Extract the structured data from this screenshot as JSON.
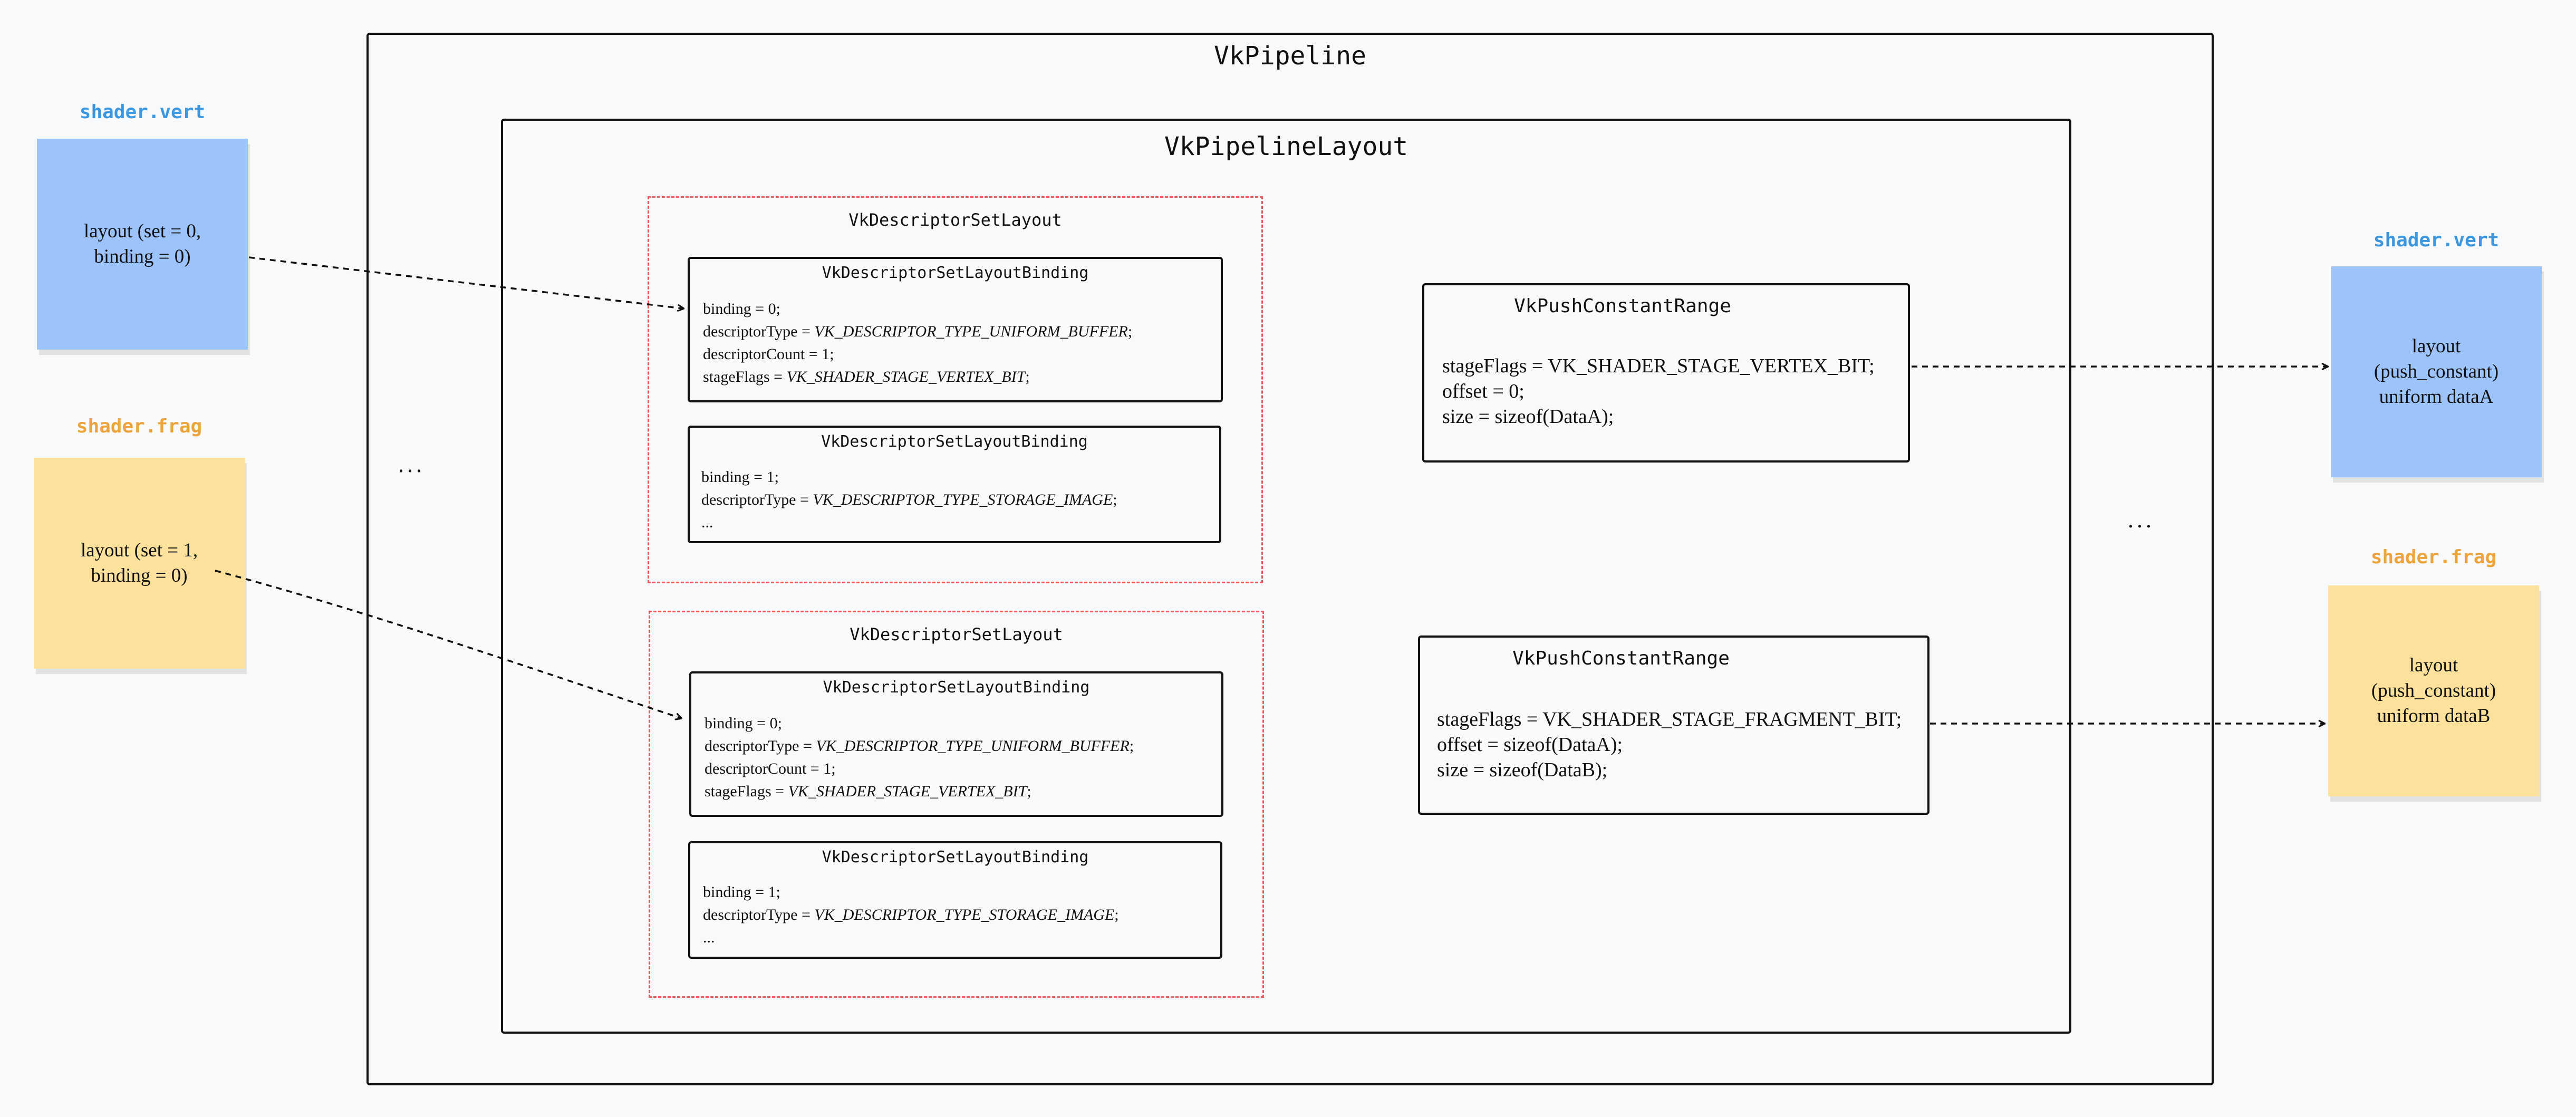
{
  "pipeline": {
    "title": "VkPipeline"
  },
  "layout": {
    "title": "VkPipelineLayout"
  },
  "ellipsis": "...",
  "descriptor_sets": [
    {
      "title": "VkDescriptorSetLayout",
      "bindings": [
        {
          "title": "VkDescriptorSetLayoutBinding",
          "binding": "binding = 0;",
          "type_prefix": "descriptorType = ",
          "type_value": "VK_DESCRIPTOR_TYPE_UNIFORM_BUFFER",
          "count": "descriptorCount = 1;",
          "stage_prefix": "stageFlags = ",
          "stage_value": "VK_SHADER_STAGE_VERTEX_BIT"
        },
        {
          "title": "VkDescriptorSetLayoutBinding",
          "binding": "binding = 1;",
          "type_prefix": "descriptorType = ",
          "type_value": "VK_DESCRIPTOR_TYPE_STORAGE_IMAGE",
          "more": "..."
        }
      ]
    },
    {
      "title": "VkDescriptorSetLayout",
      "bindings": [
        {
          "title": "VkDescriptorSetLayoutBinding",
          "binding": "binding = 0;",
          "type_prefix": "descriptorType = ",
          "type_value": "VK_DESCRIPTOR_TYPE_UNIFORM_BUFFER",
          "count": "descriptorCount = 1;",
          "stage_prefix": "stageFlags = ",
          "stage_value": "VK_SHADER_STAGE_VERTEX_BIT"
        },
        {
          "title": "VkDescriptorSetLayoutBinding",
          "binding": "binding = 1;",
          "type_prefix": "descriptorType = ",
          "type_value": "VK_DESCRIPTOR_TYPE_STORAGE_IMAGE",
          "more": "..."
        }
      ]
    }
  ],
  "push_constants": [
    {
      "title": "VkPushConstantRange",
      "stage": "stageFlags = VK_SHADER_STAGE_VERTEX_BIT;",
      "offset": "offset = 0;",
      "size": "size = sizeof(DataA);"
    },
    {
      "title": "VkPushConstantRange",
      "stage": "stageFlags = VK_SHADER_STAGE_FRAGMENT_BIT;",
      "offset": "offset = sizeof(DataA);",
      "size": "size = sizeof(DataB);"
    }
  ],
  "shaders_left": [
    {
      "label": "shader.vert",
      "line1": "layout (set = 0,",
      "line2": "binding = 0)"
    },
    {
      "label": "shader.frag",
      "line1": "layout (set = 1,",
      "line2": "binding = 0)"
    }
  ],
  "shaders_right": [
    {
      "label": "shader.vert",
      "line1": "layout",
      "line2": "(push_constant)",
      "line3": "uniform dataA"
    },
    {
      "label": "shader.frag",
      "line1": "layout",
      "line2": "(push_constant)",
      "line3": "uniform dataB"
    }
  ],
  "colors": {
    "vert_label": "#3b98e0",
    "frag_label": "#eda43a",
    "vert_note": "#9dc3fb",
    "frag_note": "#fbe19b",
    "set_border": "#ef5b5b"
  }
}
